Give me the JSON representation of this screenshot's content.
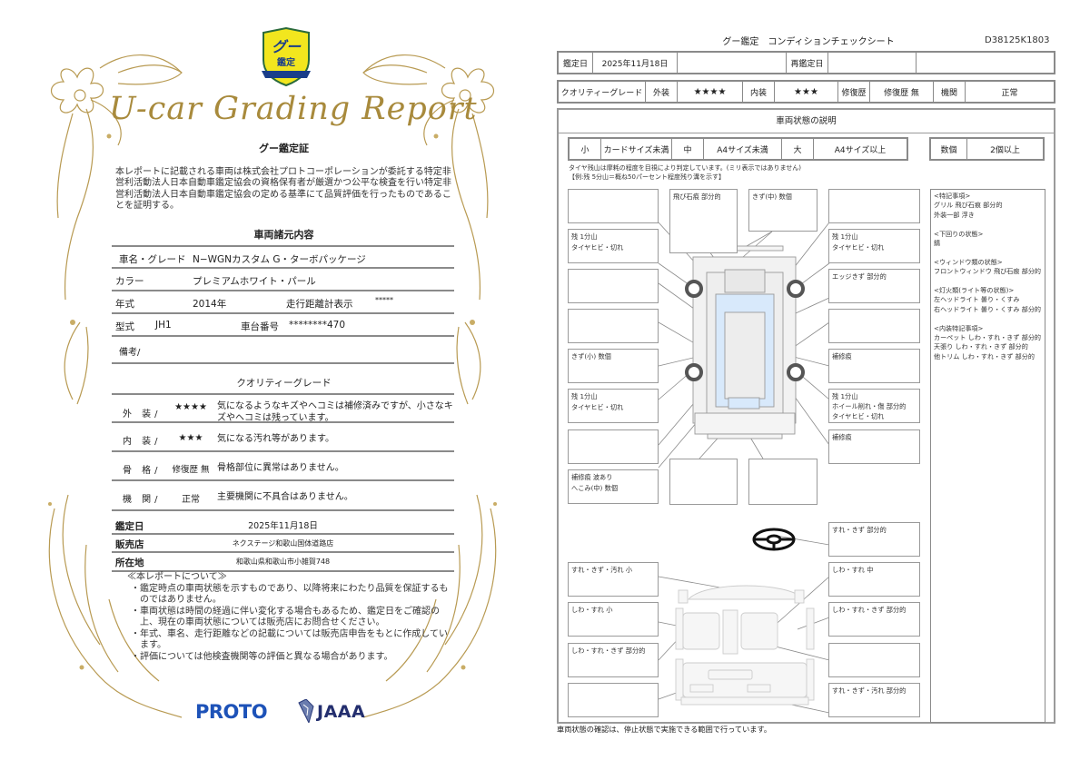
{
  "certificate": {
    "badge": {
      "text_top": "グー",
      "text_bottom": "鑑定"
    },
    "title": "U-car Grading Report",
    "heading": "グー鑑定証",
    "body": "本レポートに記載される車両は株式会社プロトコーポレーションが委託する特定非営利活動法人日本自動車鑑定協会の資格保有者が厳選かつ公平な検査を行い特定非営利活動法人日本自動車鑑定協会の定める基準にて品質評価を行ったものであることを証明する。",
    "specs_heading": "車両諸元内容",
    "specs": {
      "name_label": "車名・グレード",
      "name_value": "N−WGNカスタム G・ターボパッケージ",
      "color_label": "カラー",
      "color_value": "プレミアムホワイト・パール",
      "year_label": "年式",
      "year_value": "2014年",
      "mileage_label": "走行距離計表示",
      "mileage_value": "*****",
      "model_label": "型式",
      "model_value": "JH1",
      "chassis_label": "車台番号",
      "chassis_value": "********470",
      "remarks_label": "備考/"
    },
    "grade_heading": "クオリティーグレード",
    "grades": [
      {
        "label": "外 装/",
        "value": "★★★★",
        "desc": "気になるようなキズやヘコミは補修済みですが、小さなキズやヘコミは残っています。"
      },
      {
        "label": "内 装/",
        "value": "★★★",
        "desc": "気になる汚れ等があります。"
      },
      {
        "label": "骨 格/",
        "value": "修復歴 無",
        "desc": "骨格部位に異常はありません。"
      },
      {
        "label": "機 関/",
        "value": "正常",
        "desc": "主要機関に不具合はありません。"
      }
    ],
    "info": {
      "date_label": "鑑定日",
      "date_value": "2025年11月18日",
      "shop_label": "販売店",
      "shop_value": "ネクステージ和歌山国体道路店",
      "address_label": "所在地",
      "address_value": "和歌山県和歌山市小雑賀748"
    },
    "notes_title": "≪本レポートについて≫",
    "notes": [
      "・鑑定時点の車両状態を示すものであり、以降将来にわたり品質を保証するものではありません。",
      "・車両状態は時間の経過に伴い変化する場合もあるため、鑑定日をご確認の上、現在の車両状態については販売店にお問合せください。",
      "・年式、車名、走行距離などの記載については販売店申告をもとに作成しています。",
      "・評価については他検査機関等の評価と異なる場合があります。"
    ],
    "logos": {
      "proto": "PROTO",
      "jaaa": "JAAA"
    },
    "colors": {
      "gold": "#a88a3c",
      "proto_blue": "#1d52b8",
      "jaaa_navy": "#232e6e",
      "badge_yellow": "#f2e61e"
    }
  },
  "sheet": {
    "title": "グー鑑定　コンディションチェックシート",
    "id": "D38125K1803",
    "date_row": {
      "date_label": "鑑定日",
      "date_value": "2025年11月18日",
      "blank1": "",
      "re_label": "再鑑定日",
      "re_value": "",
      "blank2": ""
    },
    "grade_row": {
      "label": "クオリティーグレード",
      "exterior_label": "外装",
      "exterior_value": "★★★★",
      "interior_label": "内装",
      "interior_value": "★★★",
      "repair_label": "修復歴",
      "repair_value": "修復歴 無",
      "engine_label": "機関",
      "engine_value": "正常"
    },
    "section_title": "車両状態の説明",
    "size_legend": [
      {
        "k": "小",
        "v": "カードサイズ未満"
      },
      {
        "k": "中",
        "v": "A4サイズ未満"
      },
      {
        "k": "大",
        "v": "A4サイズ以上"
      }
    ],
    "count_legend": {
      "k": "数個",
      "v": "2個以上"
    },
    "tire_note_1": "タイヤ残山は摩耗の程度を目視により判定しています。(ミリ表示ではありません)",
    "tire_note_2": "【例:残 5分山＝概ね50パーセント程度残り溝を示す】",
    "exterior_boxes": {
      "l1": "",
      "top_mid_left": "飛び石痕 部分的",
      "top_mid_right": "きず(中) 数個",
      "r1": "",
      "l2": "残 1分山\nタイヤヒビ・切れ",
      "r2": "残 1分山\nタイヤヒビ・切れ",
      "l3": "",
      "r3": "エッジきず 部分的",
      "l4": "",
      "r4": "",
      "l5": "きず(小) 数個",
      "r5": "補修痕",
      "l6": "残 1分山\nタイヤヒビ・切れ",
      "r6": "残 1分山\nホイール削れ・傷 部分的\nタイヤヒビ・切れ",
      "l7": "",
      "r7": "補修痕",
      "l8": "補修痕 波あり\nへこみ(中) 数個",
      "bottom_mid_left": "",
      "bottom_mid_right": ""
    },
    "interior_boxes": {
      "r1": "すれ・きず 部分的",
      "l1": "すれ・きず・汚れ 小",
      "r2": "しわ・すれ 中",
      "l2": "しわ・すれ 小",
      "r3": "しわ・すれ・きず 部分的",
      "l3": "しわ・すれ・きず 部分的",
      "r4": "",
      "l4": "",
      "r5": "すれ・きず・汚れ 部分的"
    },
    "remarks": [
      {
        "title": "<特記事項>",
        "lines": [
          "グリル 飛び石痕 部分的",
          "外装一部 浮き"
        ]
      },
      {
        "title": "<下回りの状態>",
        "lines": [
          "錆"
        ]
      },
      {
        "title": "<ウィンドウ類の状態>",
        "lines": [
          "フロントウィンドウ 飛び石痕 部分的"
        ]
      },
      {
        "title": "<灯火類(ライト等の状態)>",
        "lines": [
          "左ヘッドライト 曇り・くすみ",
          "右ヘッドライト 曇り・くすみ 部分的"
        ]
      },
      {
        "title": "<内装特記事項>",
        "lines": [
          "カーペット しわ・すれ・きず 部分的",
          "天張り しわ・すれ・きず 部分的",
          "他トリム しわ・すれ・きず 部分的"
        ]
      }
    ],
    "footer": "車両状態の確認は、停止状態で実施できる範囲で行っています。"
  }
}
